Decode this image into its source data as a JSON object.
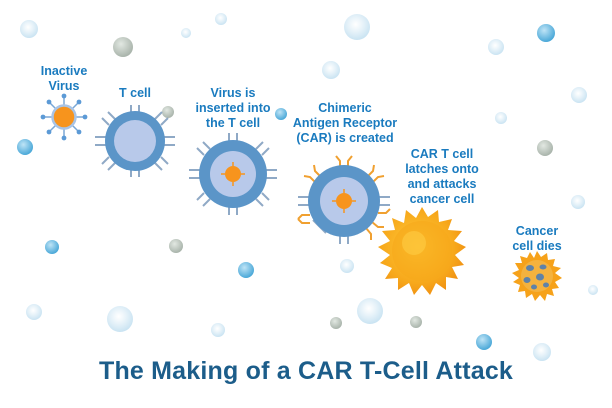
{
  "labels": {
    "inactive_virus": [
      "Inactive",
      "Virus"
    ],
    "t_cell": [
      "T cell"
    ],
    "virus_inserted": [
      "Virus is",
      "inserted into",
      "the T cell"
    ],
    "car_created": [
      "Chimeric",
      "Antigen Receptor",
      "(CAR) is created"
    ],
    "car_t_latches": [
      "CAR T cell",
      "latches onto",
      "and attacks",
      "cancer cell"
    ],
    "cancer_dies": [
      "Cancer",
      "cell dies"
    ]
  },
  "title": "The Making of a CAR T-Cell Attack",
  "colors": {
    "label_blue": "#1a7bbf",
    "title_blue": "#1c5d8a",
    "cell_outer": "#5b95c8",
    "cell_inner": "#b8c9ea",
    "virus_orange": "#f7941d",
    "cancer_orange": "#f7a81b",
    "receptor_grey": "#8fa9c6",
    "car_orange": "#f0a030"
  },
  "icons": [
    "virus-icon",
    "t-cell-icon",
    "infected-t-cell-icon",
    "car-t-cell-icon",
    "cancer-cell-icon",
    "dying-cancer-cell-icon"
  ]
}
